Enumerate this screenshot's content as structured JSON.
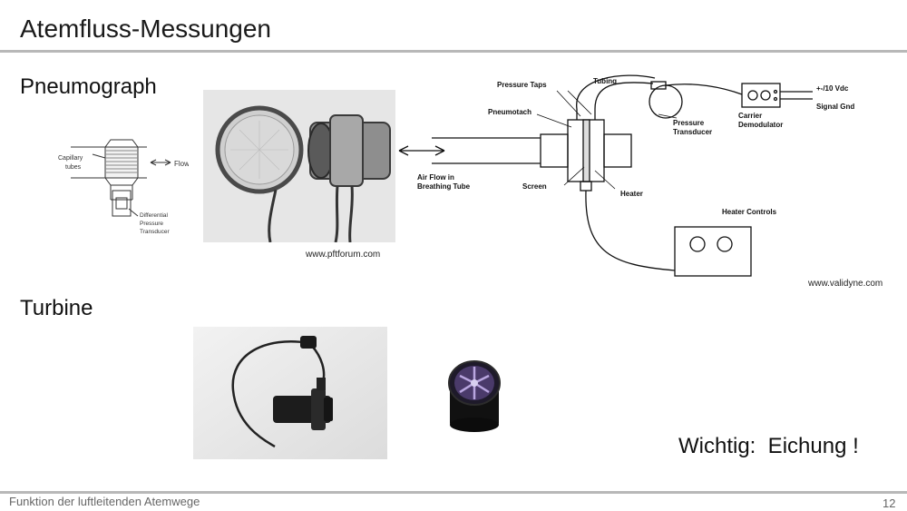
{
  "slide": {
    "title": "Atemfluss-Messungen",
    "footer_text": "Funktion der luftleitenden Atemwege",
    "page_number": "12"
  },
  "pneumograph": {
    "heading": "Pneumograph",
    "schematic": {
      "capillary": [
        "Capillary",
        "tubes"
      ],
      "flow": "Flow",
      "transducer": [
        "Differential",
        "Pressure",
        "Transducer"
      ]
    },
    "photo_credit": "www.pftforum.com",
    "diagram": {
      "pressure_taps": "Pressure Taps",
      "tubing": "Tubing",
      "pneumotach": "Pneumotach",
      "pressure_transducer": [
        "Pressure",
        "Transducer"
      ],
      "carrier_demodulator": [
        "Carrier",
        "Demodulator"
      ],
      "vdc": "+-/10 Vdc",
      "signal_gnd": "Signal Gnd",
      "air_flow": [
        "Air Flow in",
        "Breathing Tube"
      ],
      "screen": "Screen",
      "heater": "Heater",
      "heater_controls": "Heater Controls",
      "credit": "www.validyne.com"
    }
  },
  "turbine": {
    "heading": "Turbine",
    "note": "Wichtig:  Eichung !"
  }
}
